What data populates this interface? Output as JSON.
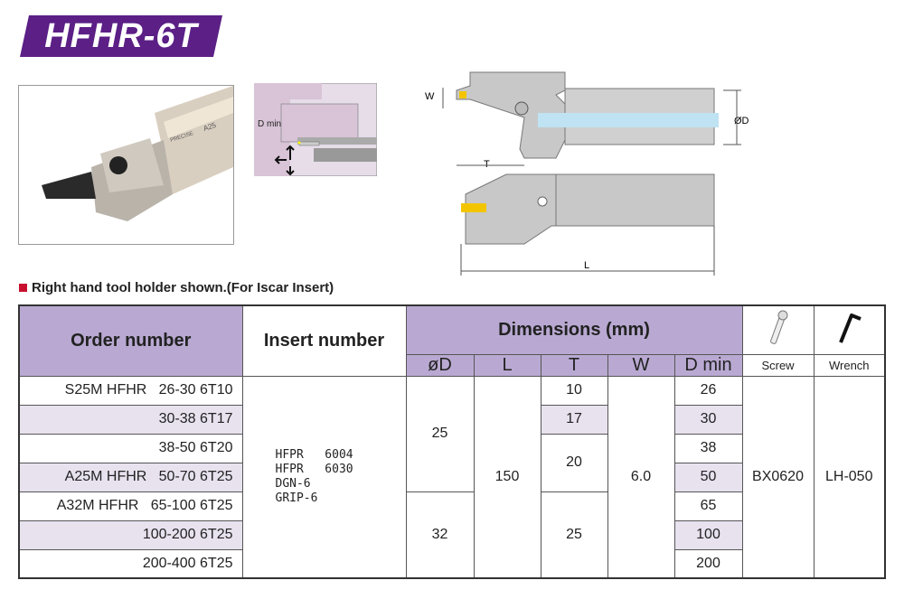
{
  "title": "HFHR-6T",
  "diagram": {
    "dmin_label": "D min",
    "w_label": "W",
    "t_label": "T",
    "d_label": "ØD",
    "l_label": "L"
  },
  "photo": {
    "brand_text": "PRECISE",
    "marking": "A25"
  },
  "note": "Right hand tool holder shown.(For Iscar Insert)",
  "table": {
    "headers": {
      "order": "Order number",
      "insert": "Insert number",
      "dimensions": "Dimensions (mm)",
      "screw": "Screw",
      "wrench": "Wrench",
      "dims": [
        "øD",
        "L",
        "T",
        "W",
        "D min"
      ]
    },
    "rows": [
      {
        "order": "S25M HFHR   26-30 6T10",
        "dmin": "26"
      },
      {
        "order": "30-38 6T17",
        "dmin": "30"
      },
      {
        "order": "38-50 6T20",
        "dmin": "38"
      },
      {
        "order": "A25M HFHR   50-70 6T25",
        "dmin": "50"
      },
      {
        "order": "A32M HFHR   65-100 6T25",
        "dmin": "65"
      },
      {
        "order": "100-200 6T25",
        "dmin": "100"
      },
      {
        "order": "200-400 6T25",
        "dmin": "200"
      }
    ],
    "inserts": "HFPR   6004\nHFPR   6030\nDGN-6\nGRIP-6",
    "d_values": [
      "25",
      "32"
    ],
    "l_value": "150",
    "t_values": [
      "10",
      "17",
      "20",
      "25"
    ],
    "w_value": "6.0",
    "screw": "BX0620",
    "wrench": "LH-050"
  },
  "colors": {
    "title_bg": "#5b1f86",
    "header": "#b9a9d2",
    "stripe": "#e8e2ef",
    "insert": "#f2c500"
  }
}
